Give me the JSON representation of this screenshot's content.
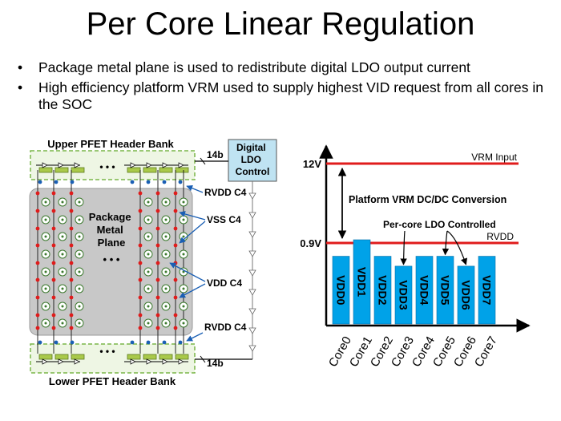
{
  "slide": {
    "title": "Per Core Linear Regulation",
    "bullets": [
      {
        "marker": "•",
        "text": "Package metal plane is used to redistribute digital LDO output current"
      },
      {
        "marker": "•",
        "text": "High efficiency platform VRM used to supply highest VID request from all cores in the SOC"
      }
    ]
  },
  "left_diagram": {
    "upper_bank_label": "Upper PFET Header Bank",
    "lower_bank_label": "Lower PFET Header Bank",
    "ldo_label_lines": [
      "Digital",
      "LDO",
      "Control"
    ],
    "bus_width_top": "14b",
    "bus_width_bottom": "14b",
    "rvdd_top": "RVDD C4",
    "rvdd_bottom": "RVDD C4",
    "vss_label": "VSS C4",
    "vdd_label": "VDD C4",
    "plane_label_lines": [
      "Package",
      "Metal",
      "Plane"
    ],
    "ellipsis": "• • •",
    "colors": {
      "bank_border": "#7ab648",
      "bank_fill": "#eef6e4",
      "plane": "#c8c8c8",
      "ldo_box": "#bfe3f2",
      "c4_red": "#e01c1c",
      "label_blue": "#1a5fb4",
      "pfet": "#a9c94a"
    }
  },
  "right_diagram": {
    "y_ticks": [
      "12V",
      "0.9V"
    ],
    "vrm_label": "VRM Input",
    "rvdd_label": "RVDD",
    "conversion_label": "Platform VRM DC/DC Conversion",
    "ldo_controlled_label": "Per-core LDO Controlled",
    "bars": [
      {
        "label": "VDD0",
        "core": "Core0",
        "level": 0.82
      },
      {
        "label": "VDD1",
        "core": "Core1",
        "level": 1.0
      },
      {
        "label": "VDD2",
        "core": "Core2",
        "level": 0.82
      },
      {
        "label": "VDD3",
        "core": "Core3",
        "level": 0.7
      },
      {
        "label": "VDD4",
        "core": "Core4",
        "level": 0.82
      },
      {
        "label": "VDD5",
        "core": "Core5",
        "level": 0.82
      },
      {
        "label": "VDD6",
        "core": "Core6",
        "level": 0.7
      },
      {
        "label": "VDD7",
        "core": "Core7",
        "level": 0.82
      }
    ],
    "colors": {
      "bar": "#00a2e8",
      "line_red": "#e01c1c",
      "axis": "#000000"
    }
  }
}
